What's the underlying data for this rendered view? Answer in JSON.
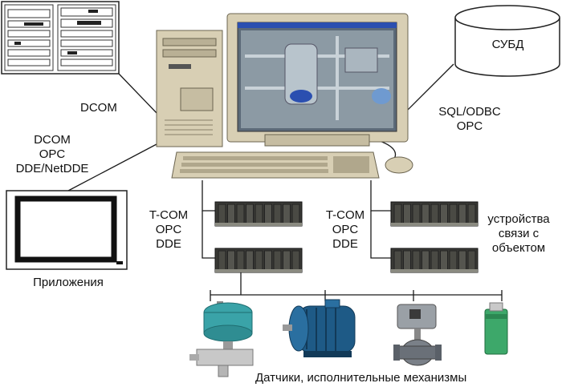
{
  "labels": {
    "dcom_server": "DCOM",
    "dcom_app_lines": [
      "DCOM",
      "OPC",
      "DDE/NetDDE"
    ],
    "db_protocol_lines": [
      "SQL/ODBC",
      "OPC"
    ],
    "db_name": "СУБД",
    "applications": "Приложения",
    "left_io_protocol_lines": [
      "T-COM",
      "OPC",
      "DDE"
    ],
    "right_io_protocol_lines": [
      "T-COM",
      "OPC",
      "DDE"
    ],
    "io_devices_lines": [
      "устройства",
      "связи с",
      "объектом"
    ],
    "field_devices": "Датчики,  исполнительные  механизмы"
  },
  "colors": {
    "line": "#1a1a1a",
    "computer_beige": "#d8cfb4",
    "module_dark": "#3a3a36",
    "screen_blue": "#2b4fb0",
    "transmitter_teal": "#3aa3a8",
    "motor_blue": "#1e5a86",
    "sensor_green": "#3da86a"
  },
  "icons": [
    "server-rack-icon",
    "computer-icon",
    "database-cylinder-icon",
    "monitor-icon",
    "io-module-icon",
    "pressure-transmitter-icon",
    "electric-motor-icon",
    "control-valve-icon",
    "proximity-sensor-icon"
  ]
}
